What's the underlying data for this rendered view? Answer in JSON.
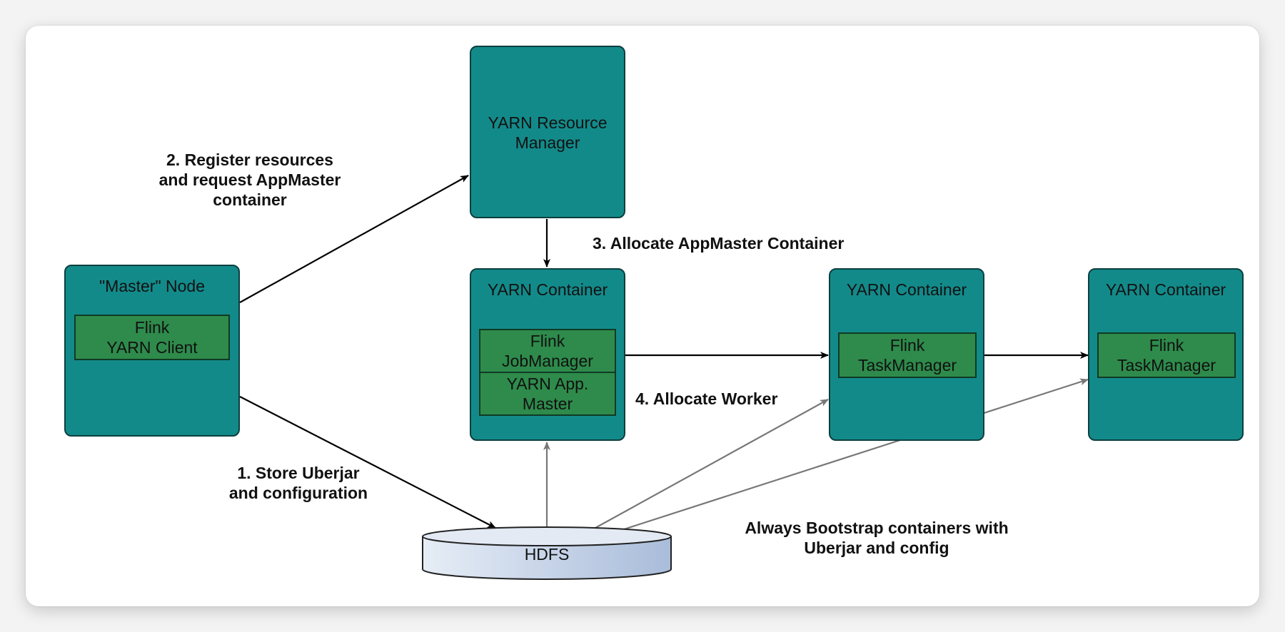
{
  "nodes": {
    "resource_manager": {
      "line1": "YARN Resource",
      "line2": "Manager"
    },
    "master_node": {
      "title": "\"Master\" Node",
      "client_line1": "Flink",
      "client_line2": "YARN Client"
    },
    "app_container": {
      "title": "YARN Container",
      "jobmanager_line1": "Flink",
      "jobmanager_line2": "JobManager",
      "appmaster_line1": "YARN App.",
      "appmaster_line2": "Master"
    },
    "worker_container_1": {
      "title": "YARN Container",
      "tm_line1": "Flink",
      "tm_line2": "TaskManager"
    },
    "worker_container_2": {
      "title": "YARN Container",
      "tm_line1": "Flink",
      "tm_line2": "TaskManager"
    },
    "hdfs": {
      "label": "HDFS"
    }
  },
  "labels": {
    "step1_line1": "1. Store Uberjar",
    "step1_line2": "and configuration",
    "step2_line1": "2. Register resources",
    "step2_line2": "and request AppMaster",
    "step2_line3": "container",
    "step3": "3. Allocate AppMaster Container",
    "step4": "4. Allocate Worker",
    "bootstrap_line1": "Always Bootstrap containers with",
    "bootstrap_line2": "Uberjar and config"
  },
  "colors": {
    "container_fill": "#138a8a",
    "component_fill": "#2e8b4b",
    "hdfs_fill_light": "#e6edf6",
    "hdfs_fill_dark": "#a9bcda",
    "arrow_black": "#000000",
    "arrow_gray": "#777777"
  }
}
